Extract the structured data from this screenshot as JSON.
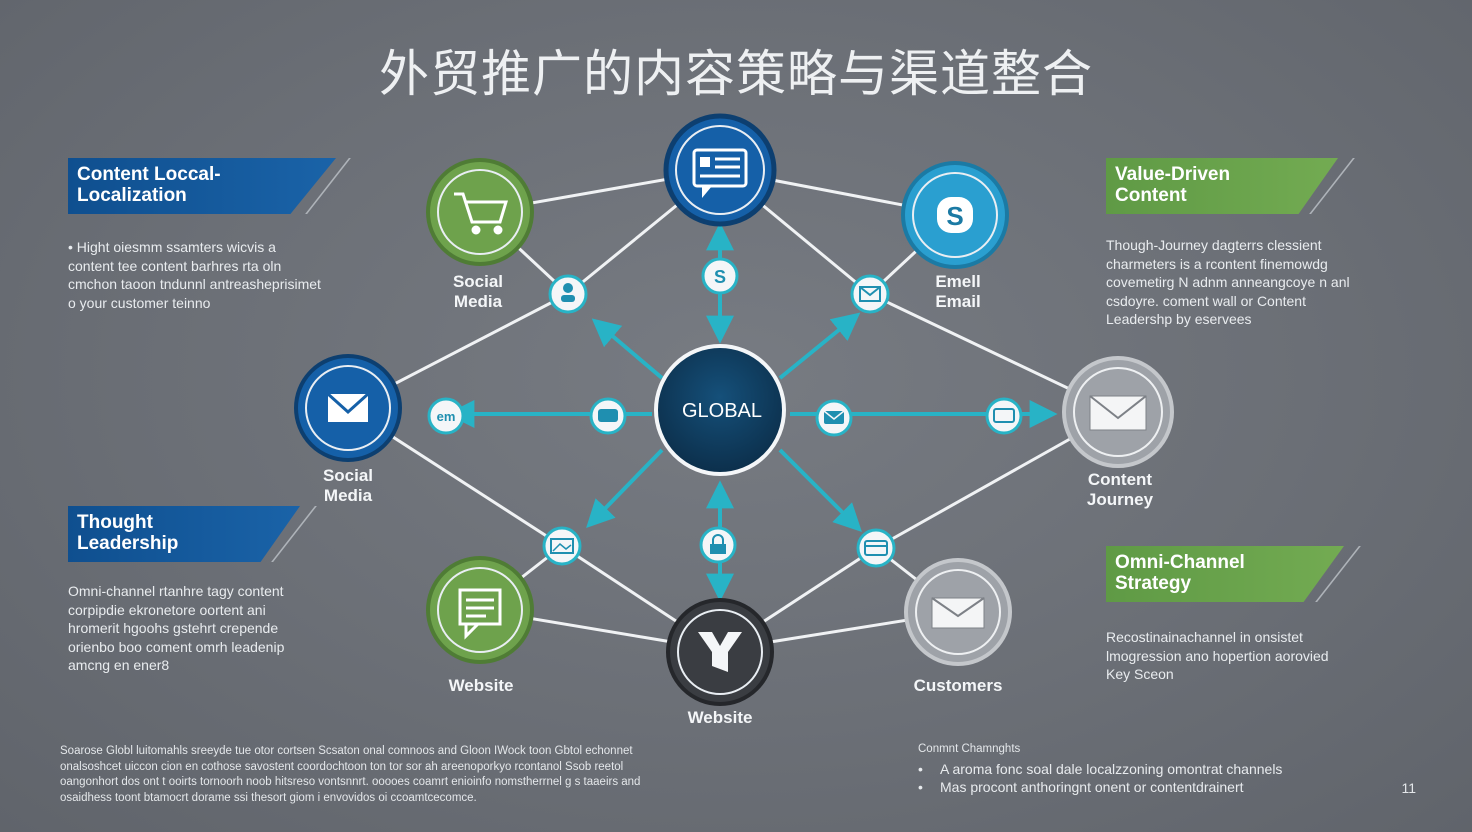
{
  "title": "外贸推广的内容策略与渠道整合",
  "center_label": "GLOBAL",
  "banners": {
    "content_localization": "Content Loccal-\nLocalization",
    "thought_leadership": "Thought\nLeadership",
    "value_driven": "Value-Driven\nContent",
    "omni_channel": "Omni-Channel\nStrategy"
  },
  "paragraphs": {
    "left_top": "• Hight oiesmm ssamters wicvis a\ncontent tee content barhres rta oln\ncmchon taoon tndunnl antreasheprisimet\no your customer teinno",
    "left_bottom": "Omni-channel rtanhre tagy content\ncorpipdie ekronetore oortent ani\nhromerit hgoohs gstehrt crepende\norienbo boo coment omrh leadenip\namcng en ener8",
    "right_top": "Though-Journey dagterrs clessient\ncharmeters is a rcontent finemowdg\ncovemetirg N adnm anneangcoye n anl\ncsdoyre. coment wall or Content\nLeadershp by eservees",
    "right_bottom": "Recostinainachannel in onsistet\nlmogression ano hopertion aorovied\nKey Sceon"
  },
  "nodes": {
    "social_media_top": "Social\nMedia",
    "email": "Emell\nEmail",
    "social_media_left": "Social\nMedia",
    "content_journey": "Content\nJourney",
    "website_left": "Website",
    "website_bottom": "Website",
    "customers": "Customers"
  },
  "small_icons": {
    "arrow_left_badge": "em",
    "top_badge": "S"
  },
  "footer": {
    "left": "Soarose Globl luitomahls sreeyde tue otor cortsen Scsaton onal comnoos and Gloon IWock toon Gbtol echonnet\nonalsoshcet uiccon cion en cothose savostent coordochtoon ton tor sor ah areenoporkyo rcontanol Ssob reetol\noangonhort dos ont t ooirts tornoorh noob hitsreso vontsnnrt. ooooes coamrt enioinfo nomstherrnel g s taaeirs and\nosaidhess toont btamocrt dorame ssi thesort giom i envovidos oi ccoamtcecomce.",
    "right_heading": "Conmnt Chamnghts",
    "right_bullets": [
      "A aroma fonc soal dale localzzoning omontrat channels",
      "Mas procont anthoringnt onent or contentdrainert"
    ]
  },
  "page_number": "11",
  "colors": {
    "background": "#6c7077",
    "hub": "#0f3a5c",
    "blue_node": "#1560a8",
    "green_node": "#6ea24c",
    "teal_node": "#2a9fd0",
    "grey_node": "#9ea2a8",
    "dark_node": "#3a3d42",
    "arrow": "#28b3c6",
    "banner_blue": "#12589c",
    "banner_green": "#6aa34c"
  }
}
